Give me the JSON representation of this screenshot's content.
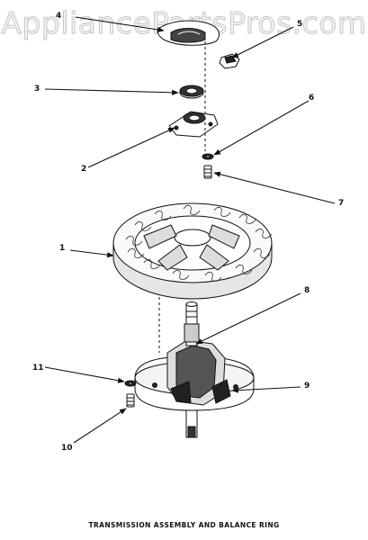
{
  "watermark": "AppliancePartsPros.com",
  "caption": "TRANSMISSION ASSEMBLY AND BALANCE RING",
  "callouts": {
    "c1": "1",
    "c2": "2",
    "c3": "3",
    "c4": "4",
    "c5": "5",
    "c6": "6",
    "c7": "7",
    "c8": "8",
    "c9": "9",
    "c10": "10",
    "c11": "11"
  }
}
